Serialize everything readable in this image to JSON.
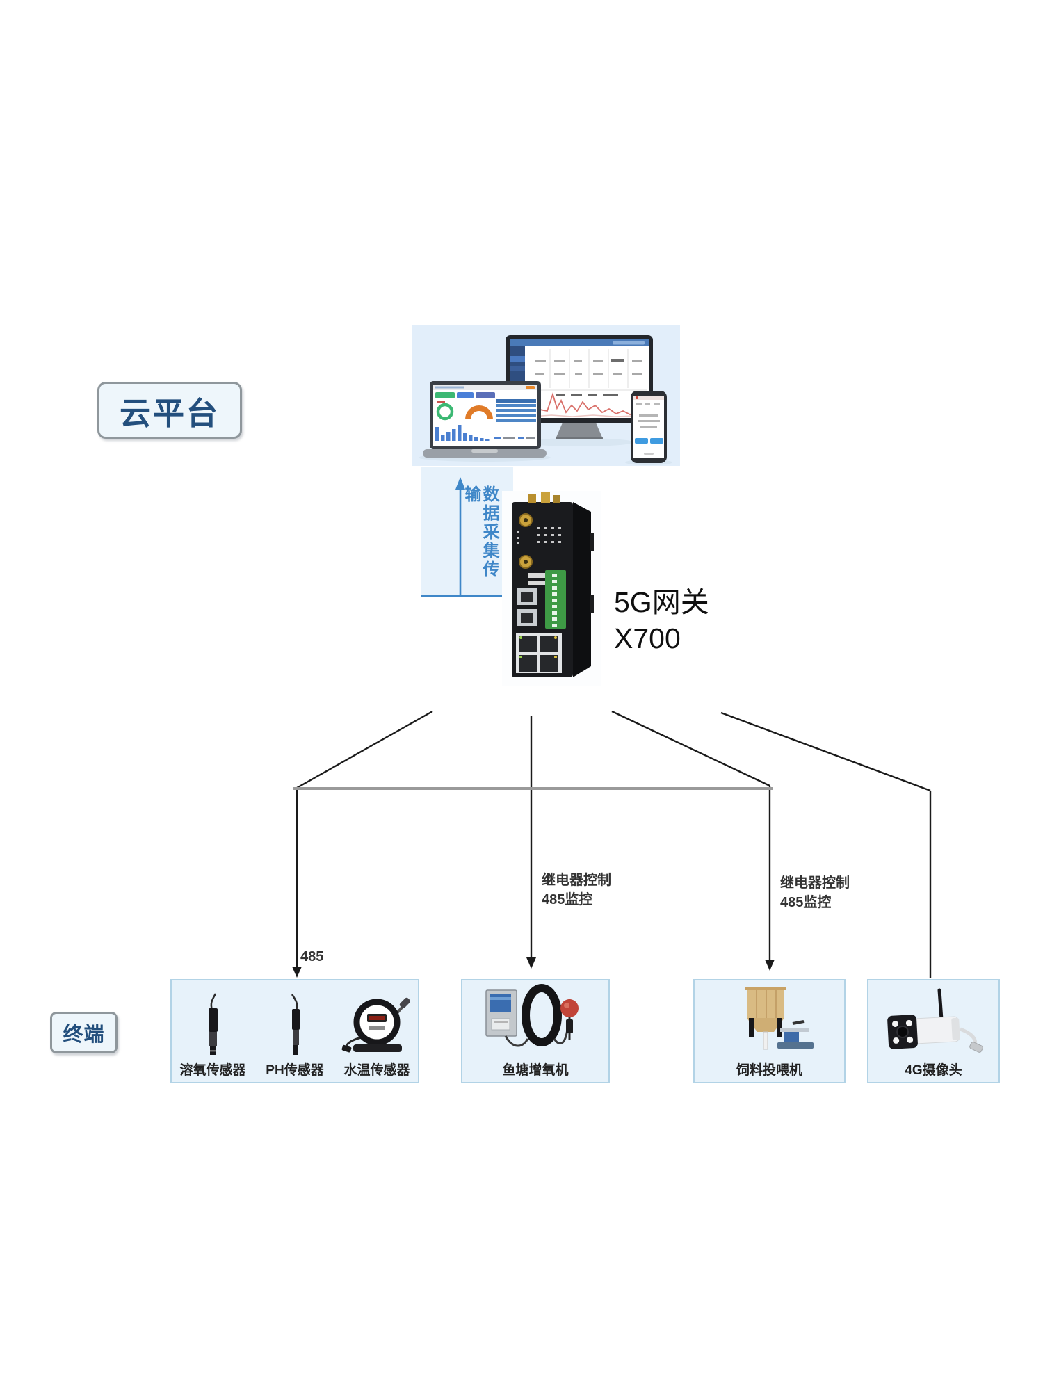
{
  "badges": {
    "cloud": {
      "label": "云平台"
    },
    "terminal": {
      "label": "终端"
    }
  },
  "uplink": {
    "label": "数据采集传输"
  },
  "gateway": {
    "name": "5G网关",
    "model": "X700"
  },
  "links": {
    "sensors_bus": {
      "label": "485"
    },
    "relay": {
      "line1": "继电器控制",
      "line2": "485监控"
    }
  },
  "terminals": {
    "sensors": {
      "items": [
        {
          "label": "溶氧传感器",
          "icon": "dissolved-oxygen-sensor-icon"
        },
        {
          "label": "PH传感器",
          "icon": "ph-sensor-icon"
        },
        {
          "label": "水温传感器",
          "icon": "water-temp-sensor-icon"
        }
      ]
    },
    "aerator": {
      "label": "鱼塘增氧机",
      "icon": "pond-aerator-icon"
    },
    "feeder": {
      "label": "饲料投喂机",
      "icon": "feed-machine-icon"
    },
    "camera": {
      "label": "4G摄像头",
      "icon": "4g-camera-icon"
    }
  },
  "colors": {
    "accent_blue": "#3f87c8",
    "badge_text": "#234f7d",
    "panel_bg": "#e2eefa",
    "box_bg": "#e7f2fa",
    "box_border": "#b2d3e6",
    "line_black": "#1a1a1a",
    "line_gray": "#9a9a9a",
    "chart_red": "#d9706a"
  }
}
